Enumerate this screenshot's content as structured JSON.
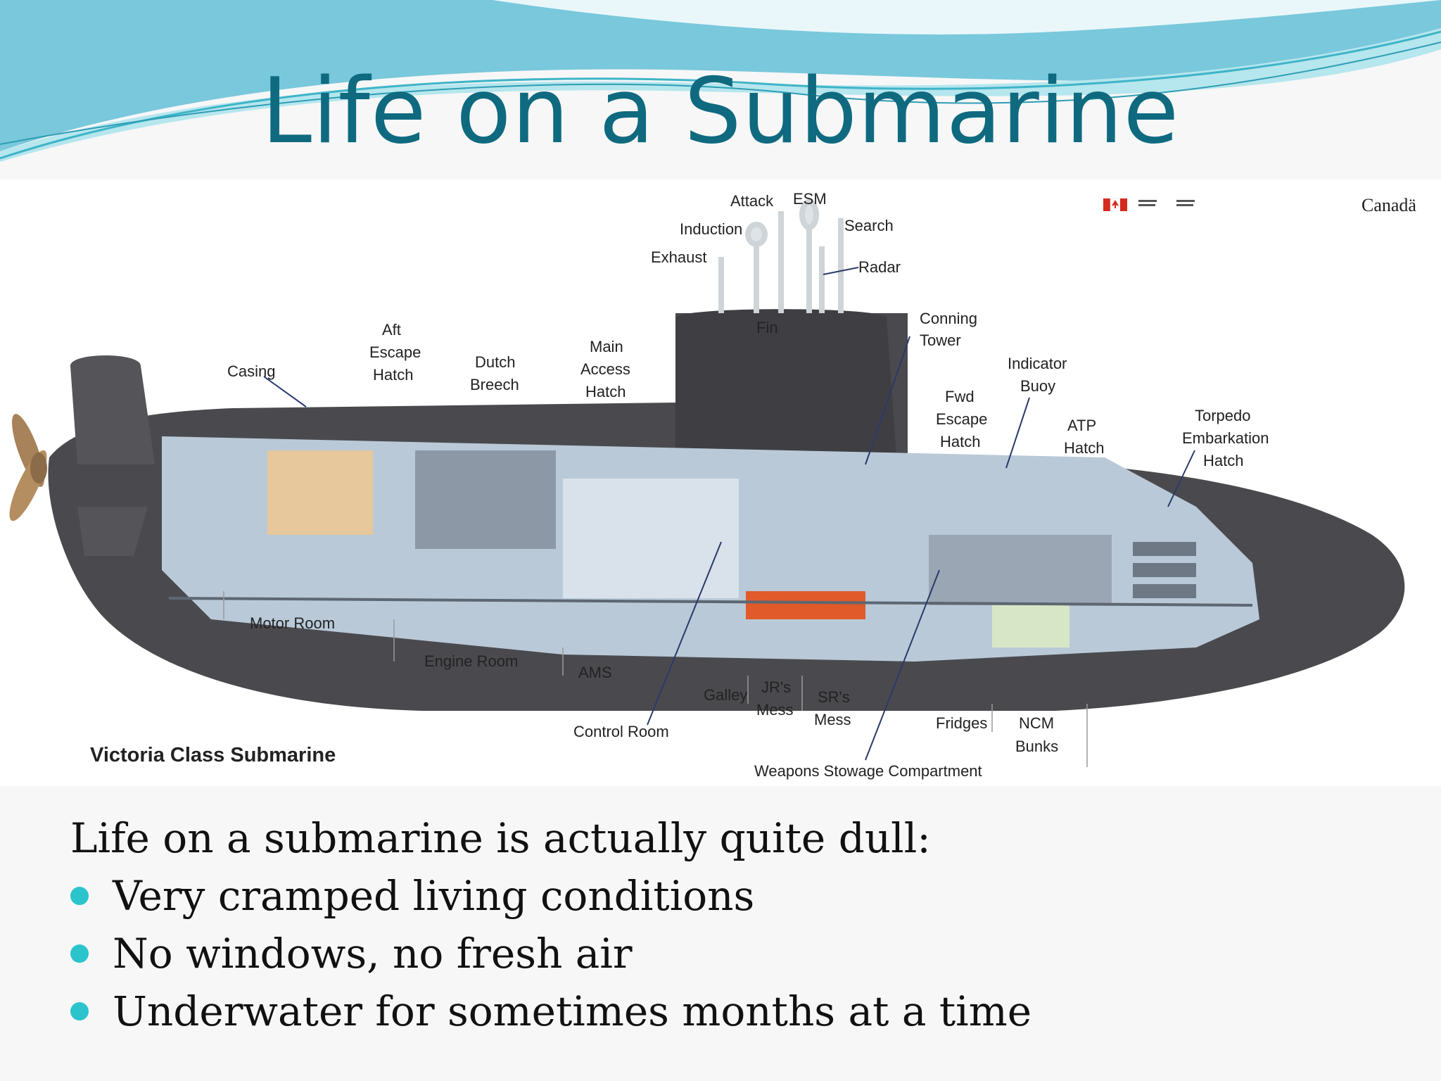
{
  "slide": {
    "title": "Life on a Submarine",
    "intro": "Life on a submarine is actually quite dull:",
    "bullets": [
      "Very cramped living conditions",
      "No windows, no fresh air",
      "Underwater for sometimes months at a time"
    ]
  },
  "diagram": {
    "caption": "Victoria Class Submarine",
    "logo_text": "Canadä",
    "labels": {
      "attack": "Attack",
      "esm": "ESM",
      "induction": "Induction",
      "search": "Search",
      "exhaust": "Exhaust",
      "radar": "Radar",
      "fin": "Fin",
      "conning": "Conning",
      "tower": "Tower",
      "aft": "Aft",
      "escape": "Escape",
      "hatch": "Hatch",
      "dutch": "Dutch",
      "breech": "Breech",
      "main": "Main",
      "access": "Access",
      "casing": "Casing",
      "indicator": "Indicator",
      "buoy": "Buoy",
      "fwd": "Fwd",
      "atp": "ATP",
      "torpedo": "Torpedo",
      "embarkation": "Embarkation",
      "motor_room": "Motor Room",
      "engine_room": "Engine Room",
      "ams": "AMS",
      "galley": "Galley",
      "jrs": "JR's",
      "mess": "Mess",
      "srs": "SR's",
      "fridges": "Fridges",
      "ncm": "NCM",
      "bunks": "Bunks",
      "control_room": "Control Room",
      "weapons_stowage": "Weapons Stowage Compartment"
    }
  },
  "colors": {
    "title": "#0f6a80",
    "bullet": "#2bc4cc",
    "wave_light": "#9fe0ea",
    "wave_dark": "#5cc3d6",
    "hull": "#4a4a4e",
    "interior": "#b9c9d8"
  }
}
